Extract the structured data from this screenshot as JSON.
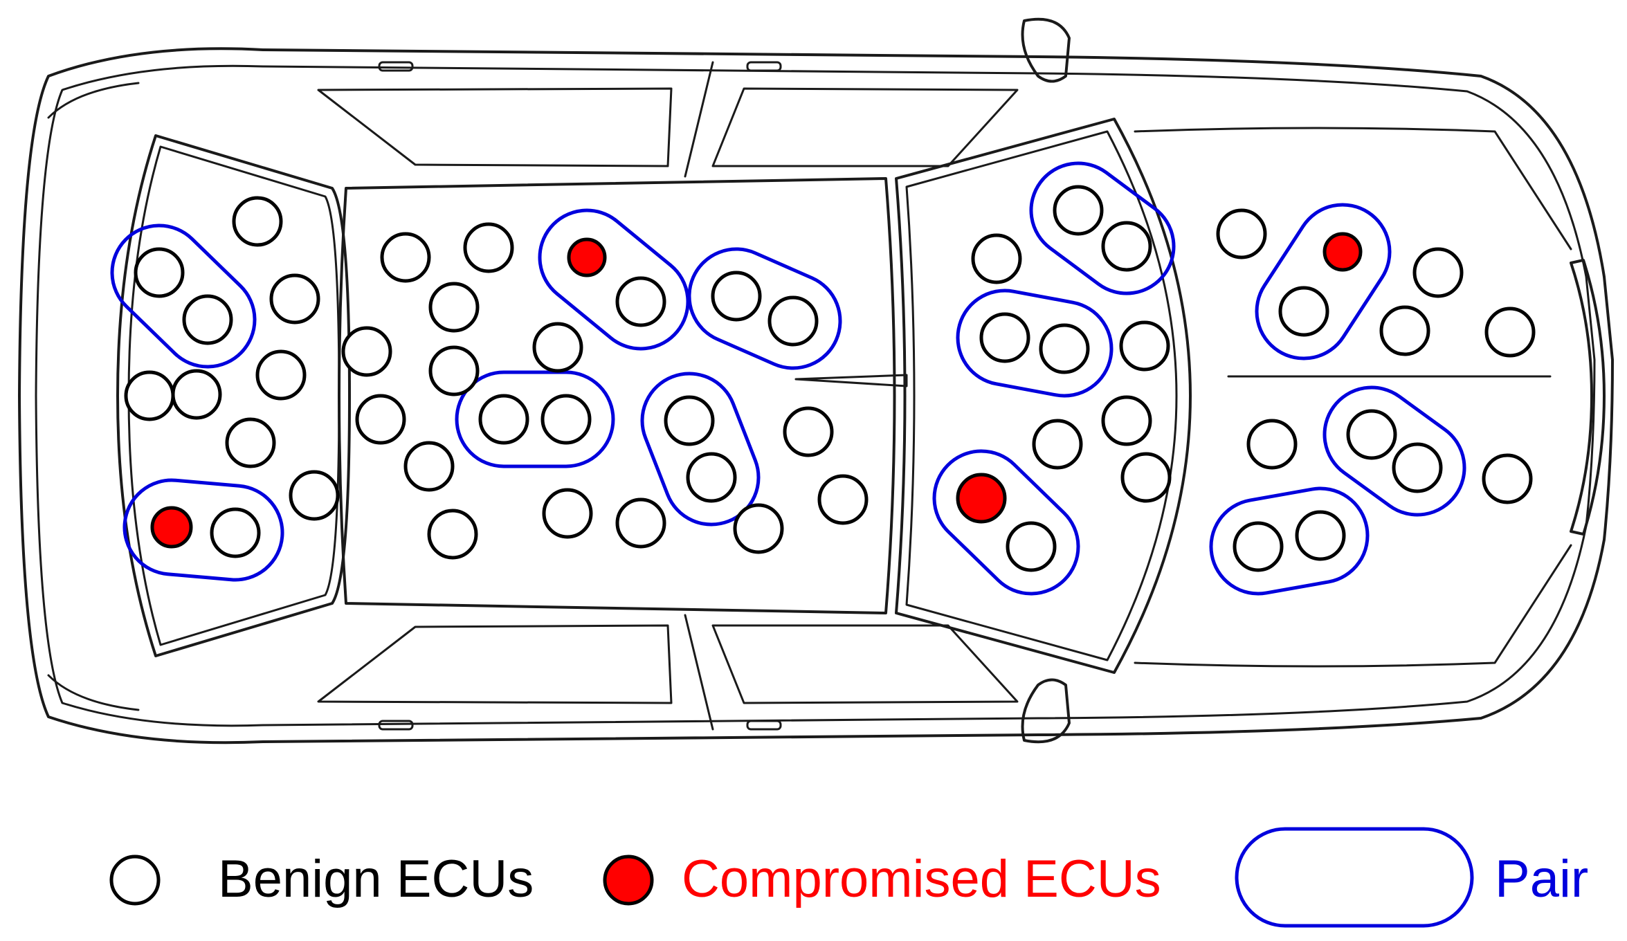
{
  "colors": {
    "benign_fill": "#ffffff",
    "compromised_fill": "#ff0000",
    "pair_stroke": "#0000dd",
    "outline": "#000000",
    "benign_label": "#000000",
    "compromised_label": "#ff0000",
    "pair_label": "#0000dd"
  },
  "legend": {
    "benign_label": "Benign ECUs",
    "compromised_label": "Compromised ECUs",
    "pair_label": "Pair"
  }
}
